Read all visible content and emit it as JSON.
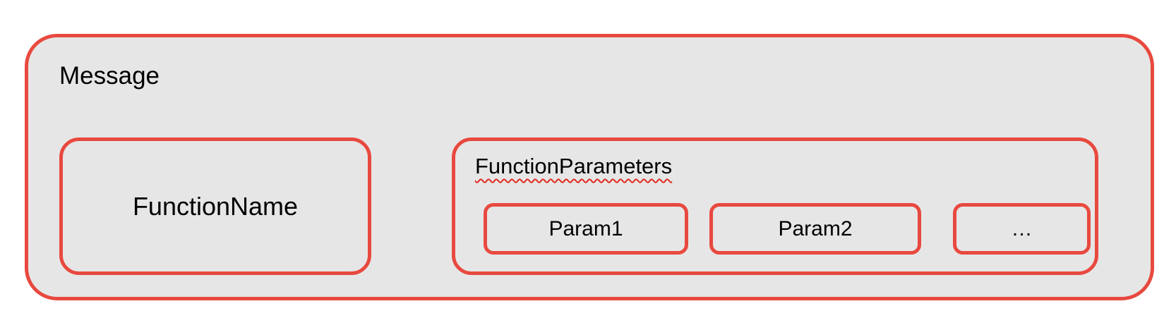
{
  "colors": {
    "border": "#e8493f",
    "fill": "#e6e6e6",
    "text": "#000000",
    "squiggle": "#e02b20",
    "canvas": "#ffffff"
  },
  "diagram": {
    "message": {
      "label": "Message",
      "function_name": {
        "label": "FunctionName"
      },
      "function_parameters": {
        "label": "FunctionParameters",
        "params": [
          {
            "label": "Param1"
          },
          {
            "label": "Param2"
          },
          {
            "label": "…"
          }
        ]
      }
    }
  }
}
